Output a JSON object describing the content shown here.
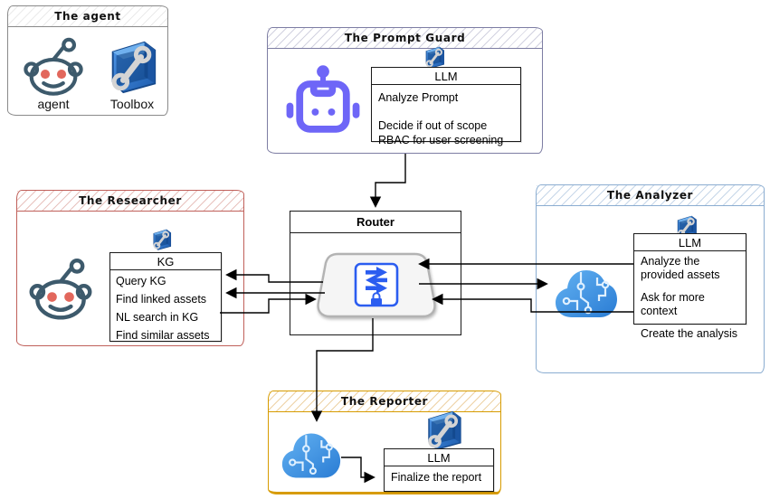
{
  "groups": {
    "agent": {
      "title": "The agent",
      "members": [
        {
          "icon": "reddit-robot-icon",
          "label": "agent"
        },
        {
          "icon": "toolbox-icon",
          "label": "Toolbox"
        }
      ]
    },
    "prompt_guard": {
      "title": "The Prompt Guard",
      "llm_header": "LLM",
      "tasks": [
        "Analyze Prompt",
        "Decide if out of scope",
        "RBAC for user screening"
      ]
    },
    "researcher": {
      "title": "The Researcher",
      "kg_header": "KG",
      "tools": [
        "Query KG",
        "Find linked assets",
        "NL search in KG",
        "Find similar assets"
      ]
    },
    "router": {
      "title": "Router"
    },
    "analyzer": {
      "title": "The Analyzer",
      "llm_header": "LLM",
      "tasks": [
        "Analyze the provided assets",
        "Ask for more context",
        "Create the analysis"
      ]
    },
    "reporter": {
      "title": "The Reporter",
      "llm_header": "LLM",
      "tasks": [
        "Finalize the report"
      ]
    }
  },
  "icons": {
    "agent": "reddit-robot-icon",
    "toolbox": "toolbox-icon",
    "prompt_guard_bot": "robot-icon",
    "router": "network-switch-lock-icon",
    "ai_cloud": "ai-cloud-icon"
  },
  "colors": {
    "prompt_guard_border": "#7d7da3",
    "researcher_border": "#c0605a",
    "analyzer_border": "#8badd1",
    "reporter_border": "#d79b00",
    "agent_border": "#8a8a8a",
    "robot_purple": "#6e66f7",
    "reddit_slate": "#3d5a6c",
    "reddit_eye_red": "#e2675c",
    "cloud_blue": "#2e7fd8",
    "switch_blue": "#2b5df0",
    "toolbox_blue": "#2f7fd6",
    "edge_black": "#000000"
  }
}
